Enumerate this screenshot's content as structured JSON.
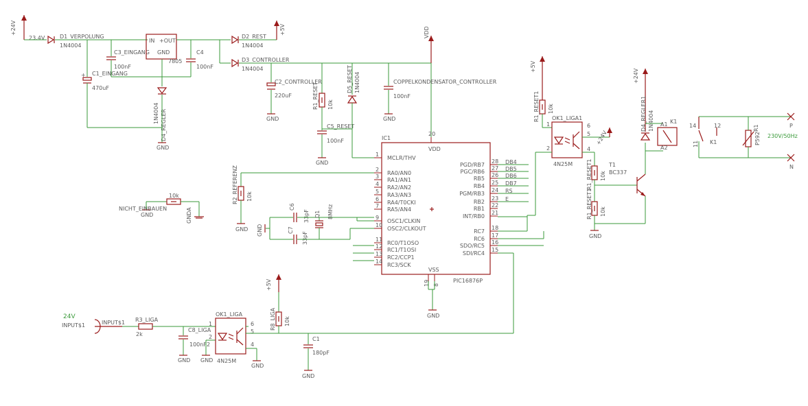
{
  "supply": {
    "plus24": "+24V",
    "vdd": "VDD",
    "plus5": "+5V",
    "gnd": "GND",
    "gnda": "GNDA",
    "input_v": "24V"
  },
  "parts": {
    "d1": "D1_VERPOLUNG",
    "d1v": "1N4004",
    "vin": "23.4V",
    "c1": "C1_EINGANG",
    "c1v": "470uF",
    "c3": "C3_EINGANG",
    "c3v": "100nF",
    "reg": "7805",
    "reg_in": "IN",
    "reg_out": "+OUT",
    "reg_gnd": "GND",
    "c4": "C4",
    "c4v": "100nF",
    "d4r": "D4_REGLER",
    "d4rv": "1N4004",
    "d2": "D2_REST",
    "d2v": "1N4004",
    "d3": "D3_CONTROLLER",
    "d3v": "1N4004",
    "c2": "C2_CONTROLLER",
    "c2v": "220uF",
    "r1": "R1_RESET",
    "r1v": "10k",
    "d5": "D5_RESET",
    "d5v": "1N4004",
    "c5": "C5_RESET",
    "c5v": "100nF",
    "ck": "COPPELKONDENSATOR_CONTROLLER",
    "ckv": "100nF",
    "r2": "R2_REFERENZ",
    "r2v": "10k",
    "c6": "C6",
    "c6v": "33pF",
    "c7": "C7",
    "c7v": "33pF",
    "q1": "Q1",
    "q1v": "8MHz",
    "nb": "NICHT_EINBAUEN",
    "nbv": "10k",
    "ic": "IC1",
    "icv": "PIC16876P",
    "input": "INPUT$1",
    "input2": "INPUT$1",
    "r3": "R3_LIGA",
    "r3v": "2k",
    "c8": "C8_LIGA",
    "c8v": "100nF2",
    "ok": "OK1_LIGA",
    "okv": "4N25M",
    "r8": "R8_LIGA",
    "r8v": "10k",
    "c1b": "C1",
    "c1bv": "180pF",
    "rr1": "R1_RESET1",
    "rr1v": "10k",
    "ok1": "OK1_LIGA1",
    "ok1v": "4N25M",
    "rr2": "R1_RESET1",
    "rr2v": "10k",
    "rr3": "R1_RESET1",
    "rr3v": "10k",
    "t1": "T1",
    "t1v": "BC337",
    "d4": "D4_REGLER1",
    "d4v": "1N4004",
    "k1": "K1",
    "k1b": "K1",
    "rp": "R1",
    "rpv": "P592",
    "mains": "230V/50Hz",
    "phase": "P",
    "neutral": "N"
  },
  "pins": {
    "left": [
      {
        "n": "1",
        "name": "MCLR/THV"
      },
      {
        "n": "2",
        "name": "RA0/AN0"
      },
      {
        "n": "3",
        "name": "RA1/AN1"
      },
      {
        "n": "4",
        "name": "RA2/AN2"
      },
      {
        "n": "5",
        "name": "RA3/AN3"
      },
      {
        "n": "6",
        "name": "RA4/T0CKI"
      },
      {
        "n": "7",
        "name": "RA5/AN4"
      },
      {
        "n": "9",
        "name": "OSC1/CLKIN"
      },
      {
        "n": "10",
        "name": "OSC2/CLKOUT"
      },
      {
        "n": "11",
        "name": "RC0/T1OSO"
      },
      {
        "n": "12",
        "name": "RC1/T1OSI"
      },
      {
        "n": "13",
        "name": "RC2/CCP1"
      },
      {
        "n": "14",
        "name": "RC3/SCK"
      }
    ],
    "right": [
      {
        "n": "28",
        "name": "PGD/RB7",
        "net": "DB4"
      },
      {
        "n": "27",
        "name": "PGC/RB6",
        "net": "DB5"
      },
      {
        "n": "26",
        "name": "RB5",
        "net": "DB6"
      },
      {
        "n": "25",
        "name": "RB4",
        "net": "DB7"
      },
      {
        "n": "24",
        "name": "PGM/RB3",
        "net": "RS"
      },
      {
        "n": "23",
        "name": "RB2",
        "net": "E"
      },
      {
        "n": "22",
        "name": "RB1",
        "net": ""
      },
      {
        "n": "21",
        "name": "INT/RB0",
        "net": ""
      },
      {
        "n": "18",
        "name": "RC7",
        "net": ""
      },
      {
        "n": "17",
        "name": "RC6",
        "net": ""
      },
      {
        "n": "16",
        "name": "SDO/RC5",
        "net": ""
      },
      {
        "n": "15",
        "name": "SDI/RC4",
        "net": ""
      }
    ],
    "vdd_n": "20",
    "vss_n": "19",
    "vss_n2": "8",
    "vdd_l": "VDD",
    "vss_l": "VSS"
  },
  "pin_nums": {
    "ok_1": "1",
    "ok_2": "2",
    "ok_4": "4",
    "ok_5": "5",
    "ok_6": "6",
    "ok1_1": "1",
    "ok1_2": "2",
    "ok1_4": "4",
    "ok1_5": "5",
    "ok1_6": "6",
    "k1_14": "14",
    "k1_12": "12",
    "k1_11": "11",
    "k1_a1": "A1",
    "k1_a2": "A2"
  }
}
